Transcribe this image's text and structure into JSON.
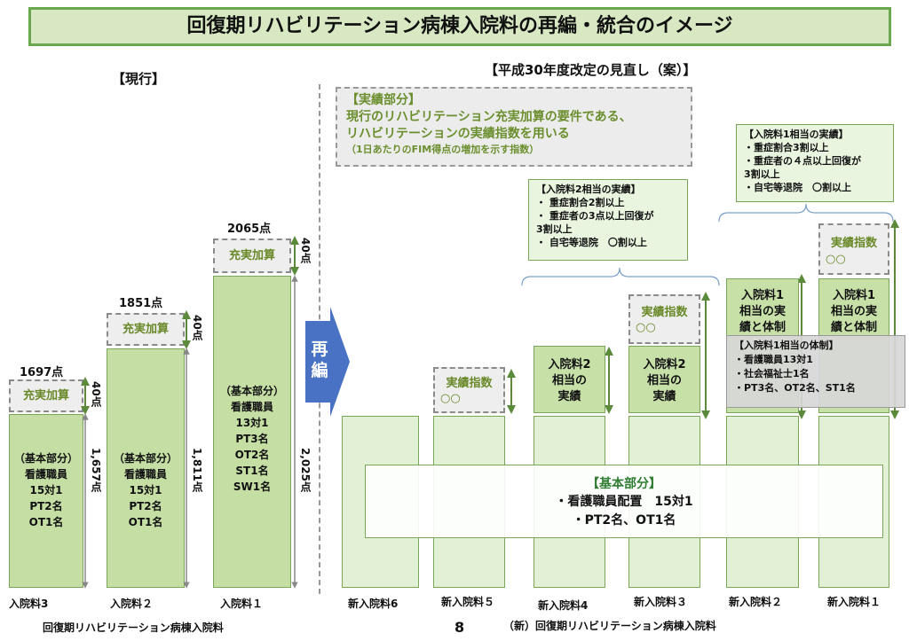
{
  "title": "回復期リハビリテーション病棟入院料の再編・統合のイメージ",
  "current_header": "【現行】",
  "revision_header": "【平成30年度改定の見直し（案）】",
  "rearrange_label": "再\n編",
  "current": {
    "bonus_label": "充実加算",
    "bonus_points": "40点",
    "bars": [
      {
        "category": "入院料3",
        "total": "1697点",
        "base_points": "1,657点",
        "base_text": "（基本部分）\n看護職員\n15対1\nPT2名\nOT1名"
      },
      {
        "category": "入院料２",
        "total": "1851点",
        "base_points": "1,811点",
        "base_text": "（基本部分）\n看護職員\n15対1\nPT2名\nOT1名"
      },
      {
        "category": "入院料１",
        "total": "2065点",
        "base_points": "2,025点",
        "base_text": "（基本部分）\n看護職員\n13対1\nPT3名\nOT2名\nST1名\nSW1名"
      }
    ],
    "axis_label": "回復期リハビリテーション病棟入院料"
  },
  "revision": {
    "categories": [
      "新入院料6",
      "新入院料５",
      "新入院料4",
      "新入院料３",
      "新入院料２",
      "新入院料１"
    ],
    "performance_label": "実績指数",
    "performance_value": "○○",
    "level2_label": "入院料2\n相当の\n実績",
    "level1_label": "入院料1\n相当の実\n績と体制",
    "axis_label": "（新）回復期リハビリテーション病棟入院料",
    "base_box": {
      "title": "【基本部分】",
      "line1": "・看護職員配置　15対1",
      "line2": "・PT2名、OT1名"
    },
    "results_box": {
      "title": "【実績部分】",
      "line1": "現行のリハビリテーション充実加算の要件である、",
      "line2": "リハビリテーションの実績指数を用いる",
      "line3": "（1日あたりのFIM得点の増加を示す指数）"
    },
    "note_level2": {
      "title": "【入院料2相当の実績】",
      "items": [
        "・ 重症割合2割以上",
        "・ 重症者の3点以上回復が",
        "3割以上",
        "・ 自宅等退院　〇割以上"
      ]
    },
    "note_level1": {
      "title": "【入院料1相当の実績】",
      "items": [
        "・重症割合3割以上",
        "・重症者の４点以上回復が",
        "3割以上",
        "・自宅等退院　〇割以上"
      ]
    },
    "system_box": {
      "title": "【入院料1相当の体制】",
      "items": [
        "・看護職員13対1",
        "・社会福祉士1名",
        "・PT3名、OT2名、ST1名"
      ]
    }
  },
  "page_number": "8"
}
